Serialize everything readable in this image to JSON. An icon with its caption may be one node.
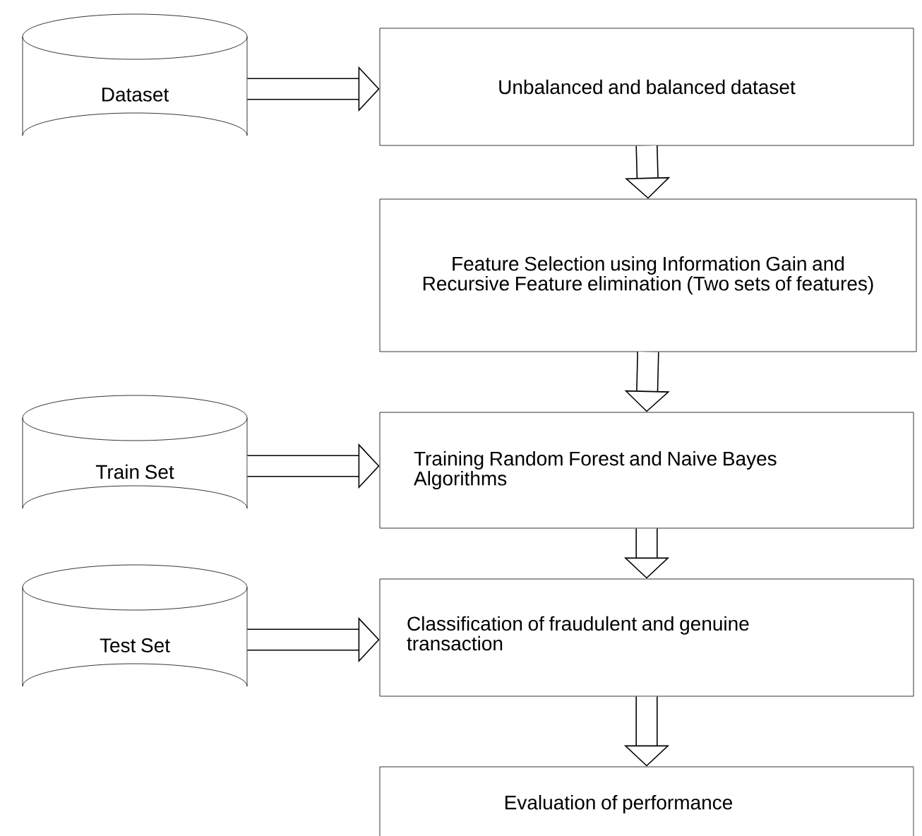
{
  "diagram": {
    "nodes": [
      {
        "text": [
          "Dataset"
        ]
      },
      {
        "text": [
          "Unbalanced and balanced dataset"
        ]
      },
      {
        "text": [
          "Feature Selection using Information Gain and Recursive Feature elimination (Two sets of features)"
        ]
      },
      {
        "text": [
          "Train Set"
        ]
      },
      {
        "text": [
          "Training Random Forest and Naive Bayes Algorithms"
        ]
      },
      {
        "text": [
          "Test Set"
        ]
      },
      {
        "text": [
          "Classification of fraudulent and genuine transaction"
        ]
      },
      {
        "text": [
          "Evaluation of performance"
        ]
      }
    ],
    "edges": [
      {
        "from": 0,
        "to": 1,
        "arrow": "to"
      },
      {
        "from": 1,
        "to": 2,
        "arrow": "to"
      },
      {
        "from": 2,
        "to": 4,
        "arrow": "to"
      },
      {
        "from": 3,
        "to": 4,
        "arrow": "to"
      },
      {
        "from": 4,
        "to": 6,
        "arrow": "to"
      },
      {
        "from": 5,
        "to": 6,
        "arrow": "to"
      },
      {
        "from": 6,
        "to": 7,
        "arrow": "to"
      }
    ]
  }
}
